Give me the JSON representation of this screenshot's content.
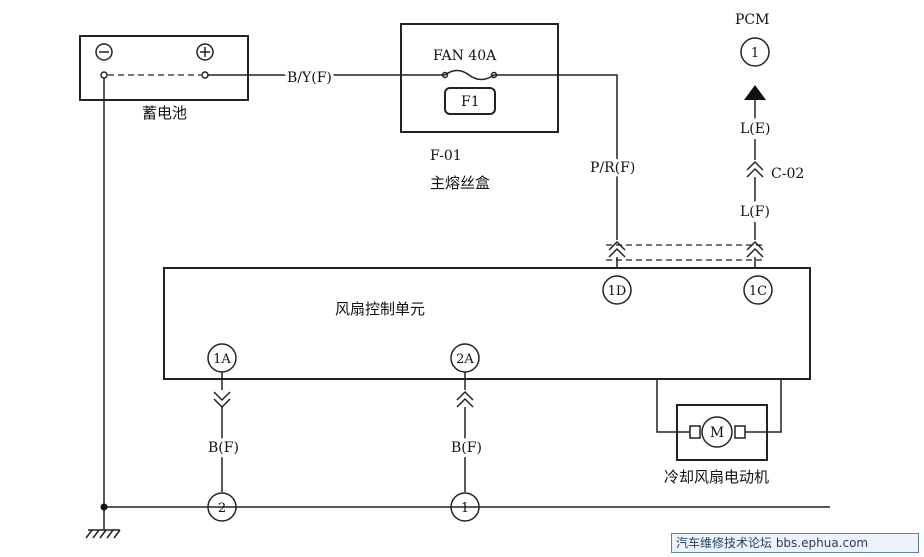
{
  "battery": {
    "label": "蓄电池",
    "neg_symbol": "⊖",
    "pos_symbol": "⊕"
  },
  "fuse_box": {
    "id": "F-01",
    "name": "主熔丝盒",
    "fuse_rating": "FAN 40A",
    "fuse_label": "F1"
  },
  "wires": {
    "battery_to_fuse": "B/Y(F)",
    "fuse_to_unit": "P/R(F)",
    "pcm_upper": "L(E)",
    "connector": "C-02",
    "pcm_lower": "L(F)",
    "ground_1a": "B(F)",
    "ground_2a": "B(F)"
  },
  "pcm": {
    "label": "PCM",
    "pin": "1"
  },
  "control_unit": {
    "label": "风扇控制单元",
    "pins": {
      "1d": "1D",
      "1c": "1C",
      "1a": "1A",
      "2a": "2A"
    }
  },
  "motor": {
    "label": "冷却风扇电动机",
    "symbol": "M"
  },
  "ground_nodes": {
    "left": "2",
    "right": "1"
  },
  "watermark": "汽车维修技术论坛 bbs.ephua.com"
}
